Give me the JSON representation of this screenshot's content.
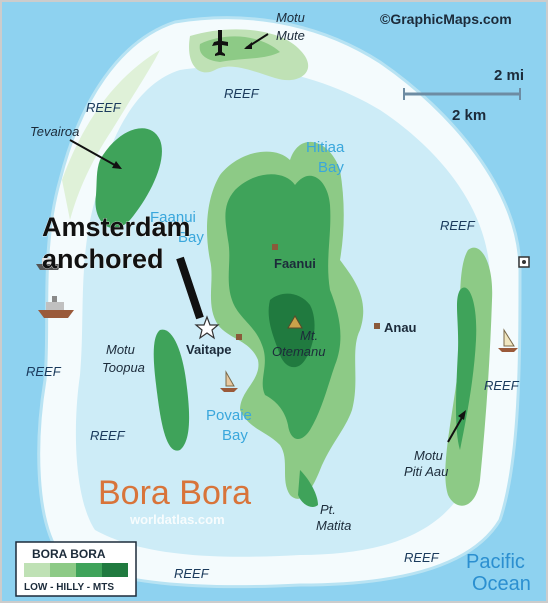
{
  "credit": "©GraphicMaps.com",
  "watermark": "worldatlas.com",
  "title": "Bora Bora",
  "annotation": {
    "line1": "Amsterdam",
    "line2": "anchored"
  },
  "scale": {
    "miles": "2 mi",
    "km": "2 km"
  },
  "places": {
    "motu_mute": [
      "Motu",
      "Mute"
    ],
    "tevairoa": "Tevairoa",
    "motu_toopua": [
      "Motu",
      "Toopua"
    ],
    "motu_piti_aau": [
      "Motu",
      "Piti Aau"
    ],
    "pt_matita": [
      "Pt.",
      "Matita"
    ],
    "mt_otemanu": [
      "Mt.",
      "Otemanu"
    ],
    "faanui": "Faanui",
    "anau": "Anau",
    "vaitape": "Vaitape"
  },
  "bays": {
    "hitiaa": [
      "Hitiaa",
      "Bay"
    ],
    "faanui": [
      "Faanui",
      "Bay"
    ],
    "povaie": [
      "Povaie",
      "Bay"
    ]
  },
  "ocean": [
    "Pacific",
    "Ocean"
  ],
  "reef_label": "REEF",
  "legend": {
    "title": "BORA BORA",
    "scale": "LOW - HILLY - MTS",
    "swatches": [
      "#bfe1b5",
      "#8dca86",
      "#3fa35a",
      "#207a3f"
    ]
  },
  "colors": {
    "water": "#8ed2f0",
    "lagoon": "#cdecf7",
    "reef": "#f4fbfd",
    "low": "#bfe1b5",
    "hilly": "#8dca86",
    "mts": "#3fa35a",
    "peak": "#207a3f",
    "title": "#d8743a",
    "bay_text": "#3aa7dc"
  },
  "icons": [
    "airplane-icon",
    "ship-icon",
    "sailboat-icon",
    "star-icon",
    "buoy-icon"
  ]
}
